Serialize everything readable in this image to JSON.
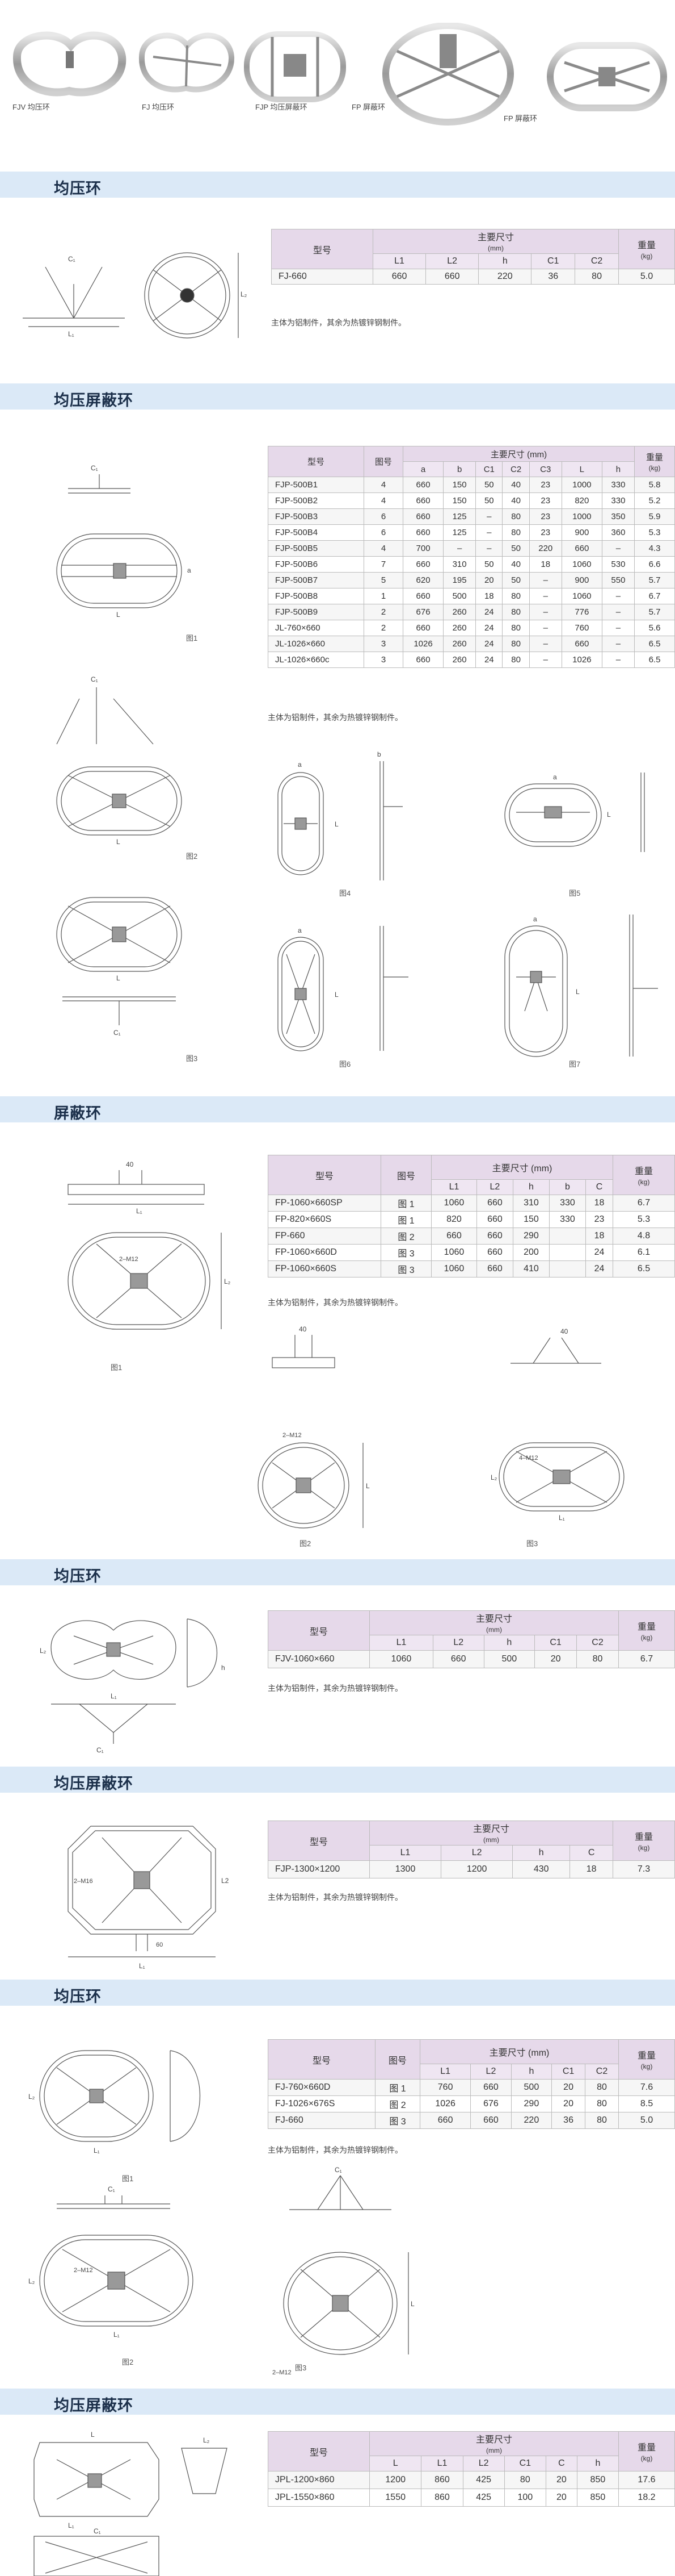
{
  "photos": [
    {
      "caption": "FJV 均压环"
    },
    {
      "caption": "FJ 均压环"
    },
    {
      "caption": "FJP 均压屏蔽环"
    },
    {
      "caption": "FP 屏蔽环"
    },
    {
      "caption": "FP 屏蔽环"
    }
  ],
  "sections": [
    {
      "title": "均压环",
      "header": [
        "型号",
        "主要尺寸",
        "(mm)",
        "重量",
        "(kg)"
      ],
      "cols": [
        "L1",
        "L2",
        "h",
        "C1",
        "C2"
      ],
      "rows": [
        [
          "FJ-660",
          "660",
          "660",
          "220",
          "36",
          "80",
          "5.0"
        ]
      ],
      "note": "主体为铝制件，其余为热镀锌钢制件。"
    },
    {
      "title": "均压屏蔽环",
      "header": [
        "型号",
        "图号",
        "主要尺寸 (mm)",
        "重量",
        "(kg)"
      ],
      "cols": [
        "a",
        "b",
        "C1",
        "C2",
        "C3",
        "L",
        "h"
      ],
      "rows": [
        [
          "FJP-500B1",
          "4",
          "660",
          "150",
          "50",
          "40",
          "23",
          "1000",
          "330",
          "5.8"
        ],
        [
          "FJP-500B2",
          "4",
          "660",
          "150",
          "50",
          "40",
          "23",
          "820",
          "330",
          "5.2"
        ],
        [
          "FJP-500B3",
          "6",
          "660",
          "125",
          "–",
          "80",
          "23",
          "1000",
          "350",
          "5.9"
        ],
        [
          "FJP-500B4",
          "6",
          "660",
          "125",
          "–",
          "80",
          "23",
          "900",
          "360",
          "5.3"
        ],
        [
          "FJP-500B5",
          "4",
          "700",
          "–",
          "–",
          "50",
          "220",
          "660",
          "–",
          "4.3"
        ],
        [
          "FJP-500B6",
          "7",
          "660",
          "310",
          "50",
          "40",
          "18",
          "1060",
          "530",
          "6.6"
        ],
        [
          "FJP-500B7",
          "5",
          "620",
          "195",
          "20",
          "50",
          "–",
          "900",
          "550",
          "5.7"
        ],
        [
          "FJP-500B8",
          "1",
          "660",
          "500",
          "18",
          "80",
          "–",
          "1060",
          "–",
          "6.7"
        ],
        [
          "FJP-500B9",
          "2",
          "676",
          "260",
          "24",
          "80",
          "–",
          "776",
          "–",
          "5.7"
        ],
        [
          "JL-760×660",
          "2",
          "660",
          "260",
          "24",
          "80",
          "–",
          "760",
          "–",
          "5.6"
        ],
        [
          "JL-1026×660",
          "3",
          "1026",
          "260",
          "24",
          "80",
          "–",
          "660",
          "–",
          "6.5"
        ],
        [
          "JL-1026×660c",
          "3",
          "660",
          "260",
          "24",
          "80",
          "–",
          "1026",
          "–",
          "6.5"
        ]
      ],
      "note": "主体为铝制件，其余为热镀锌钢制件。",
      "figs": [
        "图1",
        "图2",
        "图3",
        "图4",
        "图5",
        "图6",
        "图7"
      ]
    },
    {
      "title": "屏蔽环",
      "header": [
        "型号",
        "图号",
        "主要尺寸 (mm)",
        "重量",
        "(kg)"
      ],
      "cols": [
        "L1",
        "L2",
        "h",
        "b",
        "C"
      ],
      "rows": [
        [
          "FP-1060×660SP",
          "图 1",
          "1060",
          "660",
          "310",
          "330",
          "18",
          "6.7"
        ],
        [
          "FP-820×660S",
          "图 1",
          "820",
          "660",
          "150",
          "330",
          "23",
          "5.3"
        ],
        [
          "FP-660",
          "图 2",
          "660",
          "660",
          "290",
          "",
          "18",
          "4.8"
        ],
        [
          "FP-1060×660D",
          "图 3",
          "1060",
          "660",
          "200",
          "",
          "24",
          "6.1"
        ],
        [
          "FP-1060×660S",
          "图 3",
          "1060",
          "660",
          "410",
          "",
          "24",
          "6.5"
        ]
      ],
      "note": "主体为铝制件，其余为热镀锌钢制件。",
      "figs": [
        "图1",
        "图2",
        "图3"
      ]
    },
    {
      "title": "均压环",
      "header": [
        "型号",
        "主要尺寸",
        "(mm)",
        "重量",
        "(kg)"
      ],
      "cols": [
        "L1",
        "L2",
        "h",
        "C1",
        "C2"
      ],
      "rows": [
        [
          "FJV-1060×660",
          "1060",
          "660",
          "500",
          "20",
          "80",
          "6.7"
        ]
      ],
      "note": "主体为铝制件，其余为热镀锌钢制件。"
    },
    {
      "title": "均压屏蔽环",
      "header": [
        "型号",
        "主要尺寸",
        "(mm)",
        "重量",
        "(kg)"
      ],
      "cols": [
        "L1",
        "L2",
        "h",
        "C"
      ],
      "rows": [
        [
          "FJP-1300×1200",
          "1300",
          "1200",
          "430",
          "18",
          "7.3"
        ]
      ],
      "note": "主体为铝制件，其余为热镀锌钢制件。"
    },
    {
      "title": "均压环",
      "header": [
        "型号",
        "图号",
        "主要尺寸 (mm)",
        "重量",
        "(kg)"
      ],
      "cols": [
        "L1",
        "L2",
        "h",
        "C1",
        "C2"
      ],
      "rows": [
        [
          "FJ-760×660D",
          "图 1",
          "760",
          "660",
          "500",
          "20",
          "80",
          "7.6"
        ],
        [
          "FJ-1026×676S",
          "图 2",
          "1026",
          "676",
          "290",
          "20",
          "80",
          "8.5"
        ],
        [
          "FJ-660",
          "图 3",
          "660",
          "660",
          "220",
          "36",
          "80",
          "5.0"
        ]
      ],
      "note": "主体为铝制件，其余为热镀锌钢制件。",
      "figs": [
        "图1",
        "图2",
        "图3"
      ]
    },
    {
      "title": "均压屏蔽环",
      "header": [
        "型号",
        "主要尺寸",
        "(mm)",
        "重量",
        "(kg)"
      ],
      "cols": [
        "L",
        "L1",
        "L2",
        "C1",
        "C",
        "h"
      ],
      "rows": [
        [
          "JPL-1200×860",
          "1200",
          "860",
          "425",
          "80",
          "20",
          "850",
          "17.6"
        ],
        [
          "JPL-1550×860",
          "1550",
          "860",
          "425",
          "100",
          "20",
          "850",
          "18.2"
        ]
      ]
    }
  ],
  "labels": {
    "d40": "40",
    "m12": "2–M12",
    "m12b": "4–M12",
    "m16": "2–M16",
    "d60": "60"
  }
}
